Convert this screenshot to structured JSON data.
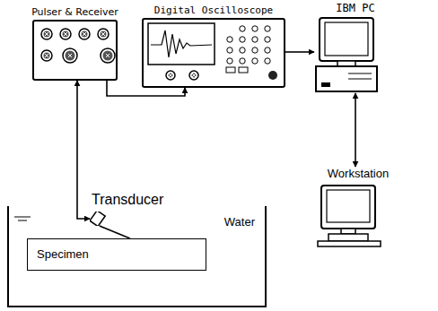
{
  "diagram": {
    "nodes": [
      {
        "text": [
          "Pulser & Receiver"
        ]
      },
      {
        "text": [
          "Digital Oscilloscope"
        ]
      },
      {
        "text": [
          "IBM PC"
        ]
      },
      {
        "text": [
          "Workstation"
        ]
      },
      {
        "text": [
          "Water"
        ]
      },
      {
        "text": [
          "Transducer"
        ],
        "in": 4
      },
      {
        "text": [
          "Specimen"
        ],
        "in": 4
      }
    ],
    "edges": [
      {
        "from": 0,
        "to": 5,
        "arrow": "both"
      },
      {
        "from": 0,
        "to": 1,
        "arrow": "to"
      },
      {
        "from": 1,
        "to": 2,
        "arrow": "to"
      },
      {
        "from": 2,
        "to": 3,
        "arrow": "both"
      },
      {
        "from": 5,
        "to": 6,
        "arrow": "none"
      }
    ]
  }
}
